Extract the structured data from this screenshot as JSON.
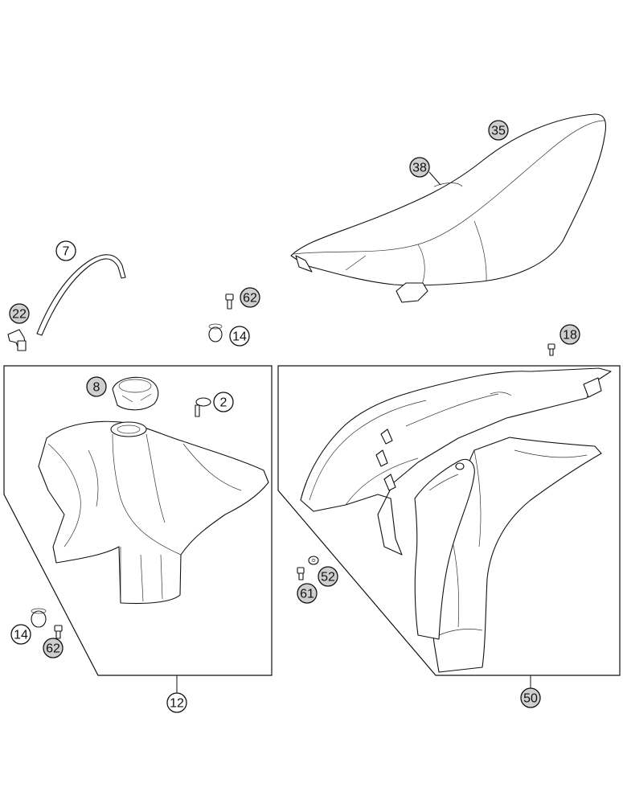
{
  "labels": {
    "seat": "35",
    "seat_strap": "38",
    "hose": "7",
    "elbow": "22",
    "screw_top": "62",
    "bushing_top": "14",
    "screw_right": "18",
    "tank_cap": "8",
    "tank_screw": "2",
    "bushing_bottom": "14",
    "screw_bottom": "62",
    "tank_assembly": "12",
    "screw_shroud": "61",
    "washer_shroud": "52",
    "shroud_assembly": "50"
  }
}
